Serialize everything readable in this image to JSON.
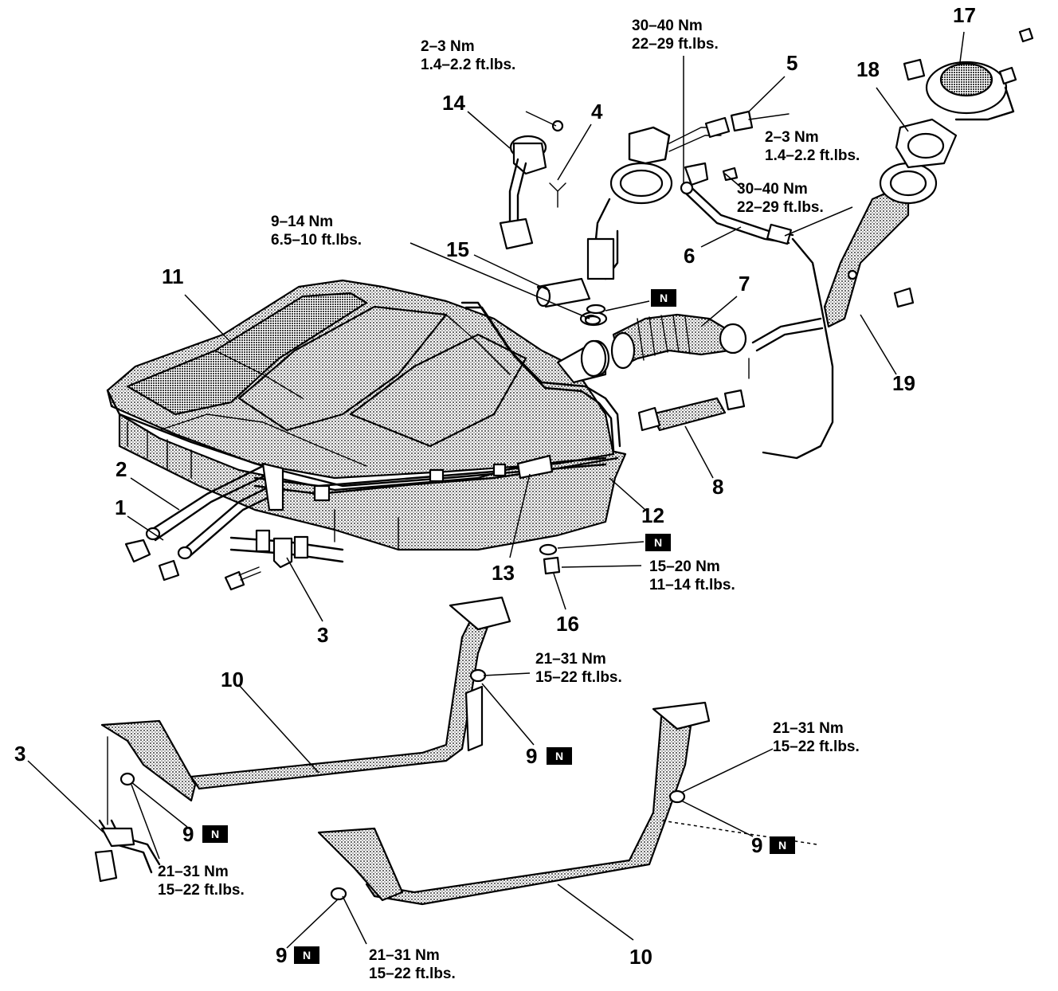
{
  "diagram": {
    "callouts": {
      "c1": "1",
      "c2": "2",
      "c3a": "3",
      "c3b": "3",
      "c4": "4",
      "c5": "5",
      "c6": "6",
      "c7": "7",
      "c8": "8",
      "c9a": "9",
      "c9b": "9",
      "c9c": "9",
      "c9d": "9",
      "c10a": "10",
      "c10b": "10",
      "c11": "11",
      "c12": "12",
      "c13": "13",
      "c14": "14",
      "c15": "15",
      "c16": "16",
      "c17": "17",
      "c18": "18",
      "c19": "19"
    },
    "torque": {
      "t_14_nm": "2–3 Nm",
      "t_14_ft": "1.4–2.2 ft.lbs.",
      "t_6top_nm": "30–40 Nm",
      "t_6top_ft": "22–29 ft.lbs.",
      "t_clip_nm": "2–3 Nm",
      "t_clip_ft": "1.4–2.2 ft.lbs.",
      "t_6r_nm": "30–40 Nm",
      "t_6r_ft": "22–29 ft.lbs.",
      "t_15_nm": "9–14 Nm",
      "t_15_ft": "6.5–10 ft.lbs.",
      "t_16_nm": "15–20 Nm",
      "t_16_ft": "11–14 ft.lbs.",
      "t_9a_nm": "21–31 Nm",
      "t_9a_ft": "15–22 ft.lbs.",
      "t_9b_nm": "21–31 Nm",
      "t_9b_ft": "15–22 ft.lbs.",
      "t_9c_nm": "21–31 Nm",
      "t_9c_ft": "15–22 ft.lbs.",
      "t_9d_nm": "21–31 Nm",
      "t_9d_ft": "15–22 ft.lbs."
    },
    "new_part_marker": "N"
  }
}
